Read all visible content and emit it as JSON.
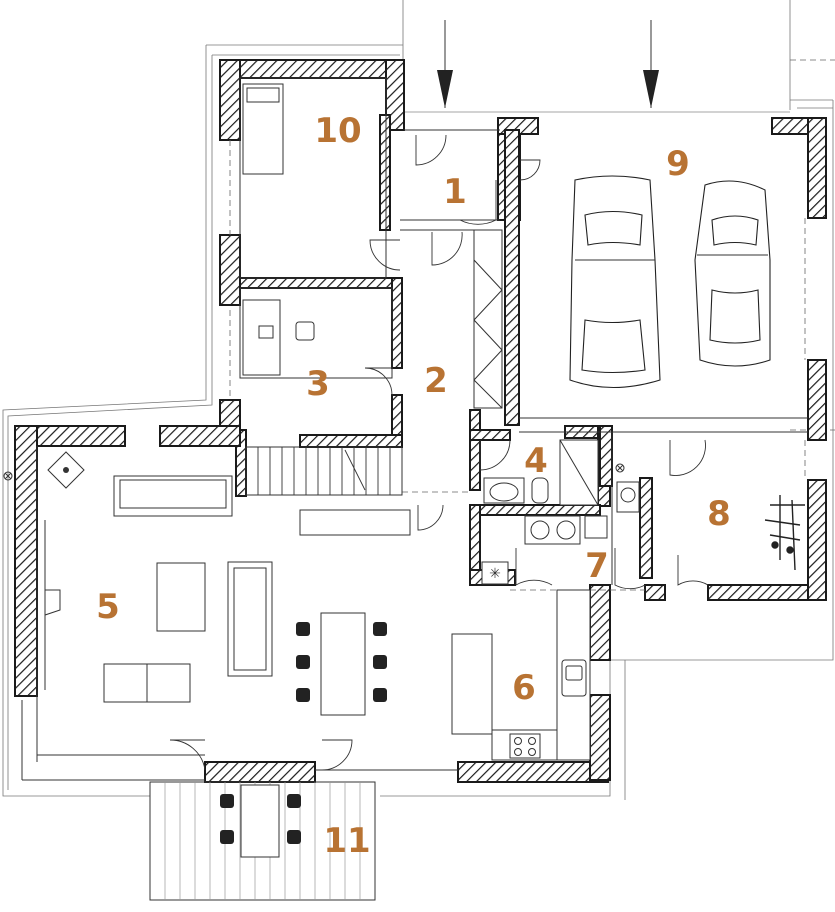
{
  "rooms": [
    {
      "id": "entrance",
      "label": "1"
    },
    {
      "id": "hallway",
      "label": "2"
    },
    {
      "id": "office",
      "label": "3"
    },
    {
      "id": "bathroom",
      "label": "4"
    },
    {
      "id": "living",
      "label": "5"
    },
    {
      "id": "kitchen",
      "label": "6"
    },
    {
      "id": "utility",
      "label": "7"
    },
    {
      "id": "workshop",
      "label": "8"
    },
    {
      "id": "garage",
      "label": "9"
    },
    {
      "id": "bedroom",
      "label": "10"
    },
    {
      "id": "terrace",
      "label": "11"
    }
  ],
  "colors": {
    "room_number": "#b87333",
    "wall_line": "#1a1a1a",
    "hatch": "#1a1a1a"
  },
  "icons": [
    "entry-arrow-icon",
    "fireplace-icon",
    "car-icon",
    "bicycle-icon",
    "stove-icon",
    "sink-icon",
    "toilet-icon",
    "washing-machine-icon",
    "drain-icon"
  ]
}
